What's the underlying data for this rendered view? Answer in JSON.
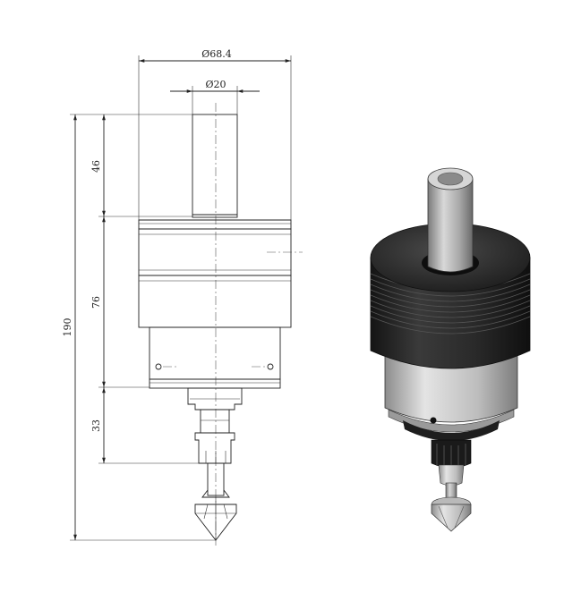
{
  "drawing": {
    "dim_outer_diameter": "Ø68.4",
    "dim_shank_diameter": "Ø20",
    "dim_total_length": "190",
    "dim_shank_length": "46",
    "dim_body_length": "76",
    "dim_tip_length": "33"
  },
  "colors": {
    "line": "#222222",
    "body_dark": "#2b2b2b",
    "metal_light": "#c9c9c9"
  }
}
